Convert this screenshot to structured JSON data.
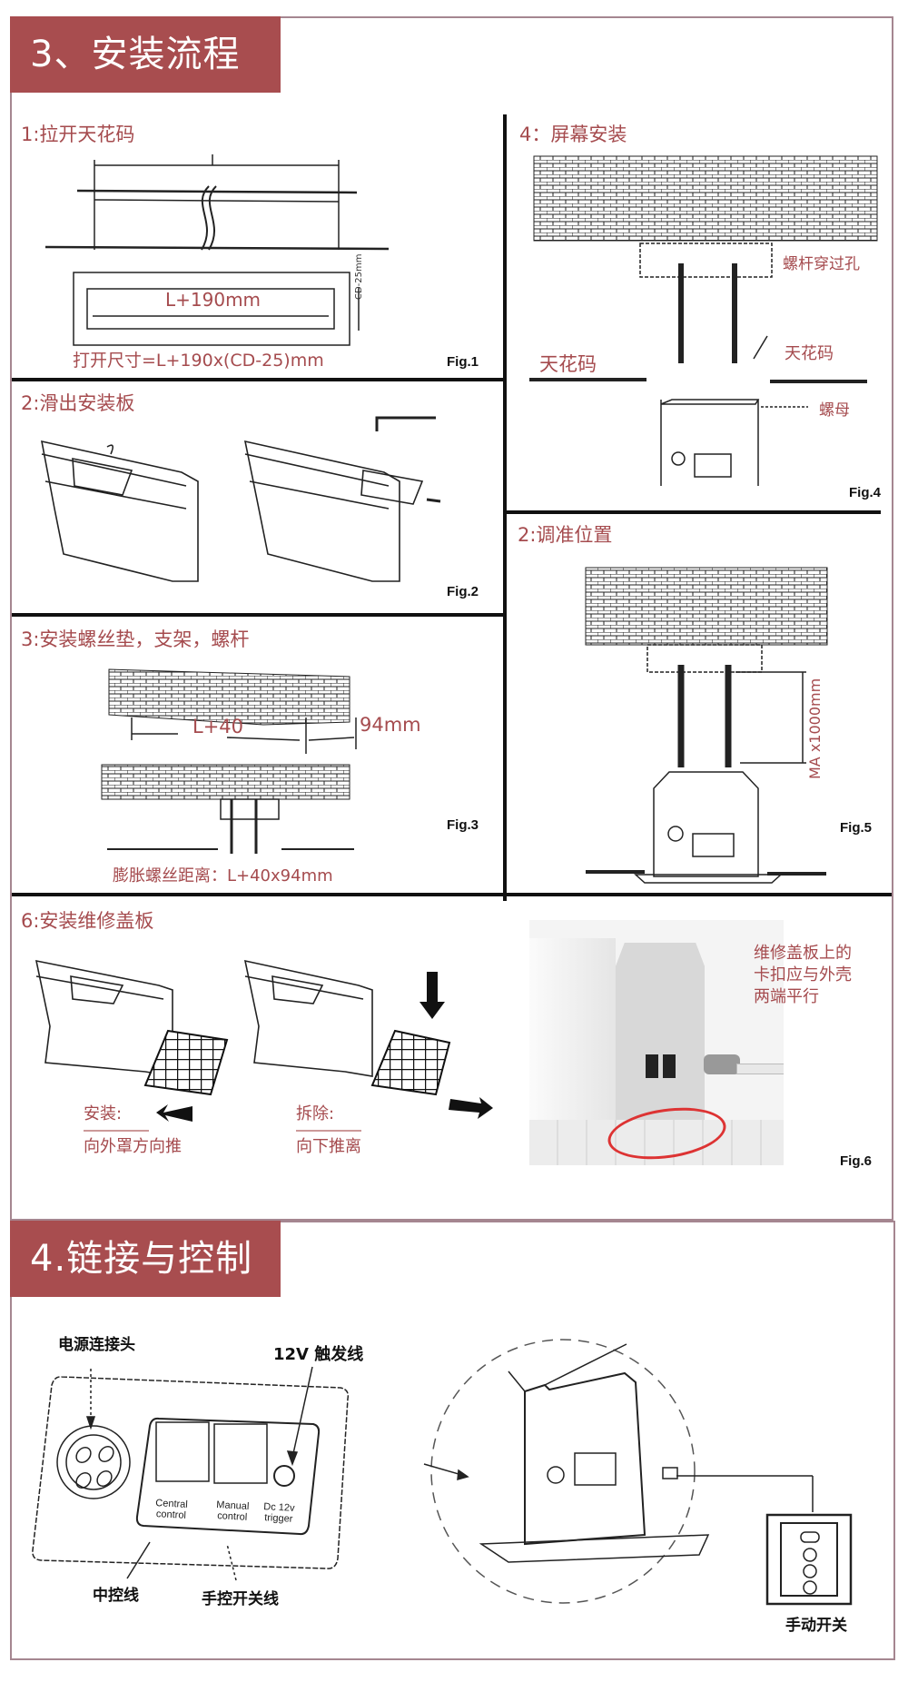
{
  "section3": {
    "title": "3、安装流程",
    "steps": [
      {
        "label": "1:拉开天花码",
        "fig": "Fig.1",
        "dim_inner": "L+190mm",
        "dim_side": "CD-25mm",
        "caption": "打开尺寸=L+190x(CD-25)mm"
      },
      {
        "label": "2:滑出安装板",
        "fig": "Fig.2"
      },
      {
        "label": "3:安装螺丝垫，支架，螺杆",
        "fig": "Fig.3",
        "dim_a": "L+40",
        "dim_b": "94mm",
        "caption": "膨胀螺丝距离：L+40x94mm"
      },
      {
        "label": "4：屏幕安装",
        "fig": "Fig.4",
        "callout_hole": "螺杆穿过孔",
        "ceiling_left": "天花码",
        "ceiling_right": "天花码",
        "callout_nut": "螺母"
      },
      {
        "label": "2:调准位置",
        "fig": "Fig.5",
        "dim_vertical": "MA x1000mm"
      },
      {
        "label": "6:安装维修盖板",
        "fig": "Fig.6",
        "install_title": "安装:",
        "install_text": "向外罩方向推",
        "remove_title": "拆除:",
        "remove_text": "向下推离",
        "photo_note": [
          "维修盖板上的",
          "卡扣应与外壳",
          "两端平行"
        ]
      }
    ]
  },
  "section4": {
    "title": "4.链接与控制",
    "labels": {
      "power": "电源连接头",
      "trigger": "12V 触发线",
      "central": "中控线",
      "manual": "手控开关线",
      "switch": "手动开关"
    },
    "port_labels": {
      "central": [
        "Central",
        "control"
      ],
      "manual": [
        "Manual",
        "control"
      ],
      "trigger": [
        "Dc 12v",
        "trigger"
      ]
    }
  },
  "colors": {
    "accent": "#a84d4f",
    "frame": "#a58690",
    "text_red": "#a54b4e"
  }
}
